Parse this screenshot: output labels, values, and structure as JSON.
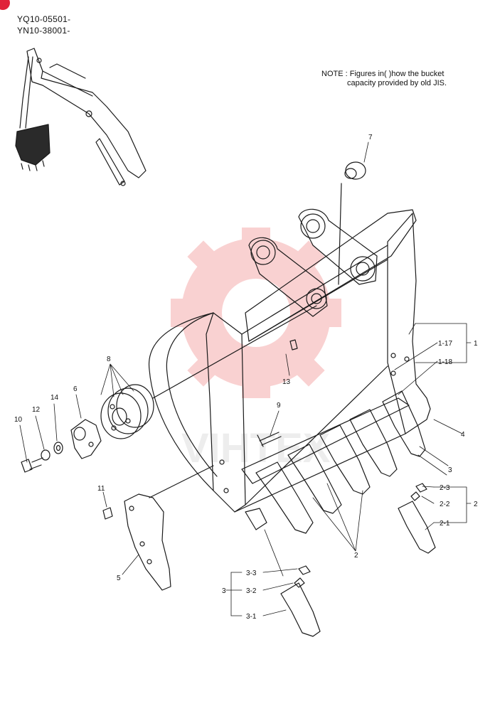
{
  "header": {
    "serials": [
      "YQ10-05501-",
      "YN10-38001-"
    ]
  },
  "note": {
    "prefix": "NOTE :",
    "line1": "Figures in(    )how the bucket",
    "line2": "capacity provided by old JIS."
  },
  "watermark": {
    "text": "VIHTEX",
    "color": "#f29a9a"
  },
  "colors": {
    "corner_badge": "#e0223a",
    "line": "#1a1a1a"
  },
  "callouts": [
    {
      "id": "c1",
      "text": "1"
    },
    {
      "id": "c1-17",
      "text": "1-17"
    },
    {
      "id": "c1-18",
      "text": "1-18"
    },
    {
      "id": "c2",
      "text": "2"
    },
    {
      "id": "c2b",
      "text": "2"
    },
    {
      "id": "c2-1",
      "text": "2-1"
    },
    {
      "id": "c2-2",
      "text": "2-2"
    },
    {
      "id": "c2-3",
      "text": "2-3"
    },
    {
      "id": "c3",
      "text": "3"
    },
    {
      "id": "c3b",
      "text": "3"
    },
    {
      "id": "c3-1",
      "text": "3-1"
    },
    {
      "id": "c3-2",
      "text": "3-2"
    },
    {
      "id": "c3-3",
      "text": "3-3"
    },
    {
      "id": "c4",
      "text": "4"
    },
    {
      "id": "c5",
      "text": "5"
    },
    {
      "id": "c6",
      "text": "6"
    },
    {
      "id": "c7",
      "text": "7"
    },
    {
      "id": "c8",
      "text": "8"
    },
    {
      "id": "c9",
      "text": "9"
    },
    {
      "id": "c10",
      "text": "10"
    },
    {
      "id": "c11",
      "text": "11"
    },
    {
      "id": "c12",
      "text": "12"
    },
    {
      "id": "c13",
      "text": "13"
    },
    {
      "id": "c14",
      "text": "14"
    }
  ]
}
